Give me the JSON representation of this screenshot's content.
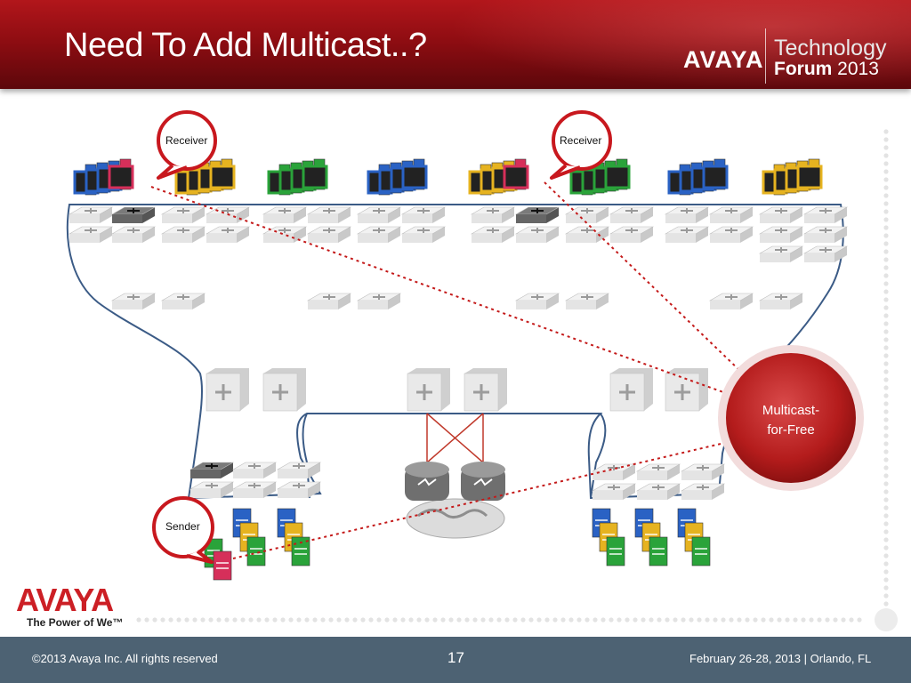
{
  "slide": {
    "title": "Need To Add Multicast..?",
    "brand": "AVAYA",
    "event_line1": "Technology",
    "event_line2_bold": "Forum",
    "event_line2_year": "2013"
  },
  "diagram": {
    "receiver_left": "Receiver",
    "receiver_right": "Receiver",
    "sender": "Sender",
    "multicast_line1": "Multicast-",
    "multicast_line2": "for-Free",
    "colors": {
      "accent_red": "#c8181e",
      "cloud_outline": "#3b5b86",
      "dotted_line": "#c41a1a",
      "switch_gray": "#d9d9d9"
    }
  },
  "logo": {
    "word": "AVAYA",
    "tagline": "The Power of We™"
  },
  "footer": {
    "copyright": "©2013 Avaya Inc. All rights reserved",
    "page_number": "17",
    "event": "February 26-28, 2013 | Orlando, FL"
  }
}
